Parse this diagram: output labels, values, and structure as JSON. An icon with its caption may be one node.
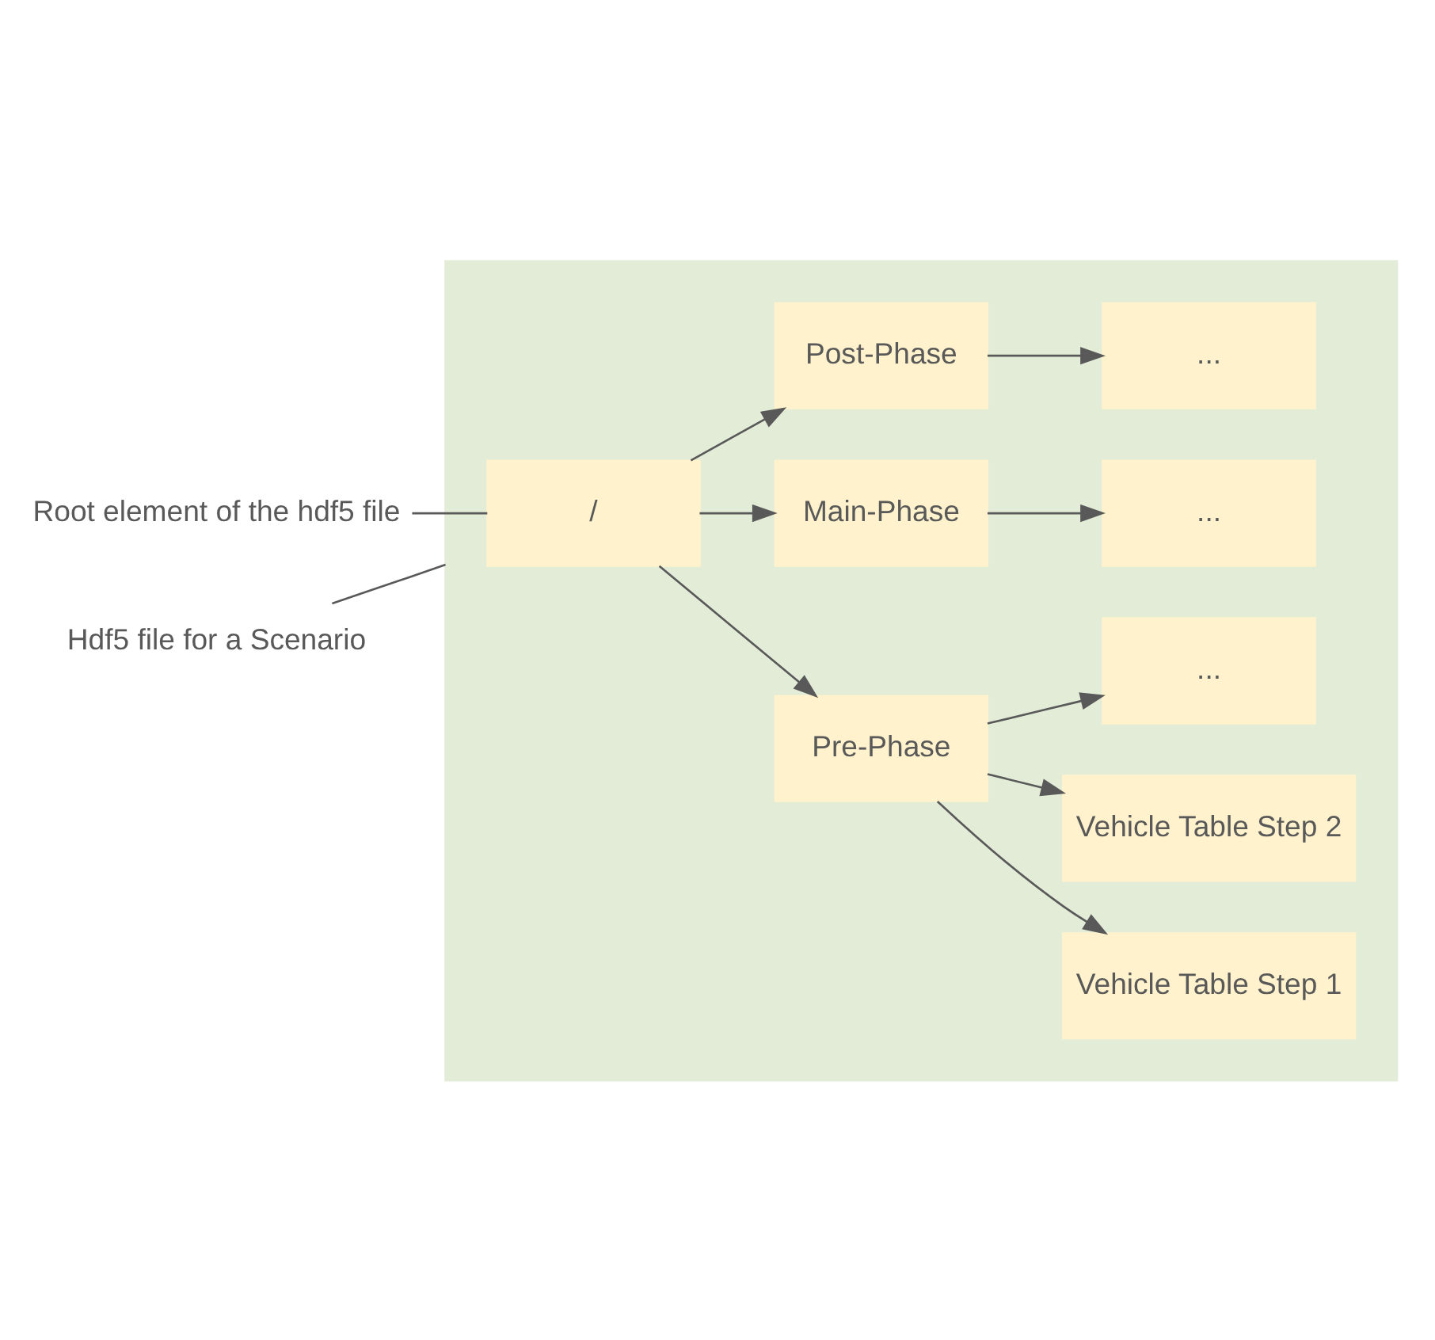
{
  "diagram": {
    "nodes": [
      {
        "text": [
          "Root element of the hdf5 file"
        ]
      },
      {
        "text": [],
        "shape": "box"
      },
      {
        "text": [
          "/"
        ],
        "in": 1
      },
      {
        "text": [
          "Pre-Phase"
        ],
        "in": 1
      },
      {
        "text": [
          "Vehicle Table Step 1"
        ],
        "in": 1
      },
      {
        "text": [
          "Vehicle Table Step 2"
        ],
        "in": 1
      },
      {
        "text": [
          "..."
        ],
        "in": 1
      },
      {
        "text": [
          "Main-Phase"
        ],
        "in": 1
      },
      {
        "text": [
          "..."
        ],
        "in": 1
      },
      {
        "text": [
          "Post-Phase"
        ],
        "in": 1
      },
      {
        "text": [
          "..."
        ],
        "in": 1
      },
      {
        "text": [
          "Hdf5 file for a Scenario"
        ]
      }
    ],
    "edges": [
      {
        "from": 0,
        "to": 2,
        "arrow": "none"
      },
      {
        "from": 2,
        "to": 3,
        "arrow": "to"
      },
      {
        "from": 3,
        "to": 4,
        "arrow": "to"
      },
      {
        "from": 3,
        "to": 5,
        "arrow": "to"
      },
      {
        "from": 3,
        "to": 6,
        "arrow": "to"
      },
      {
        "from": 2,
        "to": 7,
        "arrow": "to"
      },
      {
        "from": 7,
        "to": 8,
        "arrow": "to"
      },
      {
        "from": 2,
        "to": 9,
        "arrow": "to"
      },
      {
        "from": 9,
        "to": 10,
        "arrow": "to"
      },
      {
        "from": 11,
        "to": 1,
        "arrow": "none"
      }
    ]
  }
}
